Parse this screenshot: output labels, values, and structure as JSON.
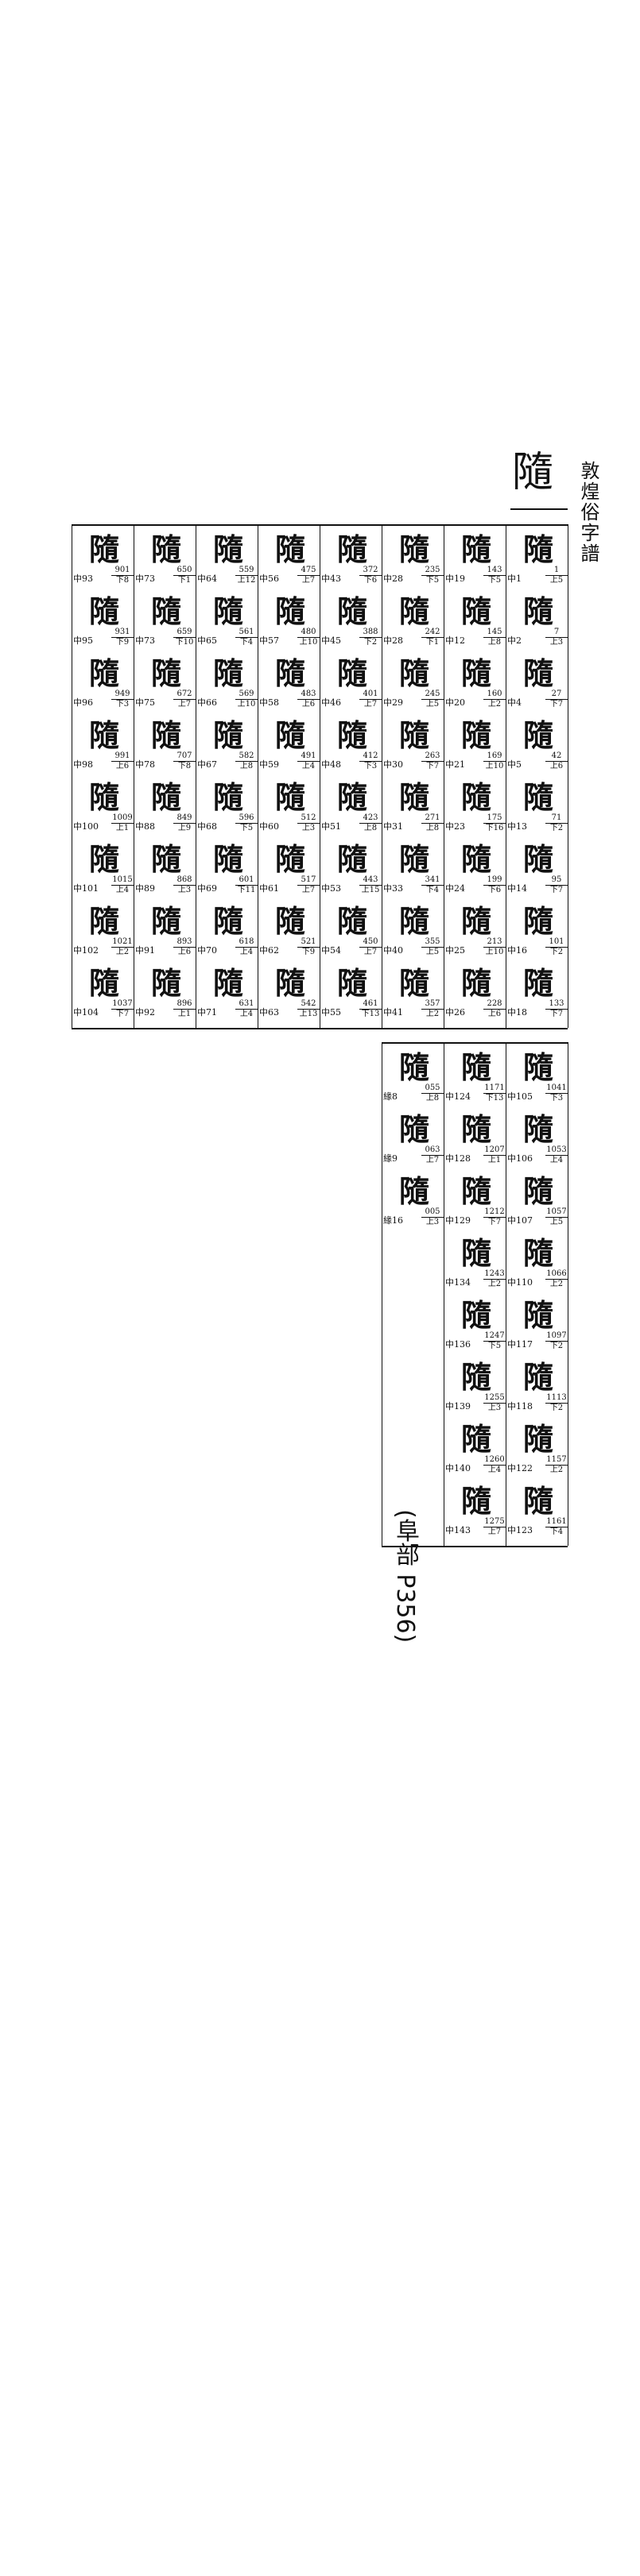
{
  "title": "敦煌俗字譜",
  "head_char": "隨",
  "upper_columns": [
    [
      {
        "code": "中1",
        "num": "1",
        "sub": "上5"
      },
      {
        "code": "中2",
        "num": "7",
        "sub": "上3"
      },
      {
        "code": "中4",
        "num": "27",
        "sub": "下7"
      },
      {
        "code": "中5",
        "num": "42",
        "sub": "上6"
      },
      {
        "code": "中13",
        "num": "71",
        "sub": "下2"
      },
      {
        "code": "中14",
        "num": "95",
        "sub": "下7"
      },
      {
        "code": "中16",
        "num": "101",
        "sub": "下2"
      },
      {
        "code": "中18",
        "num": "133",
        "sub": "下7"
      }
    ],
    [
      {
        "code": "中19",
        "num": "143",
        "sub": "下5"
      },
      {
        "code": "中12",
        "num": "145",
        "sub": "上8"
      },
      {
        "code": "中20",
        "num": "160",
        "sub": "上2"
      },
      {
        "code": "中21",
        "num": "169",
        "sub": "上10"
      },
      {
        "code": "中23",
        "num": "175",
        "sub": "下16"
      },
      {
        "code": "中24",
        "num": "199",
        "sub": "下6"
      },
      {
        "code": "中25",
        "num": "213",
        "sub": "上10"
      },
      {
        "code": "中26",
        "num": "228",
        "sub": "上6"
      }
    ],
    [
      {
        "code": "中28",
        "num": "235",
        "sub": "下5"
      },
      {
        "code": "中28",
        "num": "242",
        "sub": "下1"
      },
      {
        "code": "中29",
        "num": "245",
        "sub": "上5"
      },
      {
        "code": "中30",
        "num": "263",
        "sub": "下7"
      },
      {
        "code": "中31",
        "num": "271",
        "sub": "上8"
      },
      {
        "code": "中33",
        "num": "341",
        "sub": "下4"
      },
      {
        "code": "中40",
        "num": "355",
        "sub": "上5"
      },
      {
        "code": "中41",
        "num": "357",
        "sub": "上2"
      }
    ],
    [
      {
        "code": "中43",
        "num": "372",
        "sub": "下6"
      },
      {
        "code": "中45",
        "num": "388",
        "sub": "下2"
      },
      {
        "code": "中46",
        "num": "401",
        "sub": "上7"
      },
      {
        "code": "中48",
        "num": "412",
        "sub": "下3"
      },
      {
        "code": "中51",
        "num": "423",
        "sub": "上8"
      },
      {
        "code": "中53",
        "num": "443",
        "sub": "上15"
      },
      {
        "code": "中54",
        "num": "450",
        "sub": "上7"
      },
      {
        "code": "中55",
        "num": "461",
        "sub": "下13"
      }
    ],
    [
      {
        "code": "中56",
        "num": "475",
        "sub": "上7"
      },
      {
        "code": "中57",
        "num": "480",
        "sub": "上10"
      },
      {
        "code": "中58",
        "num": "483",
        "sub": "上6"
      },
      {
        "code": "中59",
        "num": "491",
        "sub": "上4"
      },
      {
        "code": "中60",
        "num": "512",
        "sub": "上3"
      },
      {
        "code": "中61",
        "num": "517",
        "sub": "上7"
      },
      {
        "code": "中62",
        "num": "521",
        "sub": "下9"
      },
      {
        "code": "中63",
        "num": "542",
        "sub": "上13"
      }
    ],
    [
      {
        "code": "中64",
        "num": "559",
        "sub": "上12"
      },
      {
        "code": "中65",
        "num": "561",
        "sub": "下4"
      },
      {
        "code": "中66",
        "num": "569",
        "sub": "上10"
      },
      {
        "code": "中67",
        "num": "582",
        "sub": "上8"
      },
      {
        "code": "中68",
        "num": "596",
        "sub": "下5"
      },
      {
        "code": "中69",
        "num": "601",
        "sub": "下11"
      },
      {
        "code": "中70",
        "num": "618",
        "sub": "上4"
      },
      {
        "code": "中71",
        "num": "631",
        "sub": "上4"
      }
    ],
    [
      {
        "code": "中73",
        "num": "650",
        "sub": "下1"
      },
      {
        "code": "中73",
        "num": "659",
        "sub": "下10"
      },
      {
        "code": "中75",
        "num": "672",
        "sub": "上7"
      },
      {
        "code": "中78",
        "num": "707",
        "sub": "下8"
      },
      {
        "code": "中88",
        "num": "849",
        "sub": "上9"
      },
      {
        "code": "中89",
        "num": "868",
        "sub": "上3"
      },
      {
        "code": "中91",
        "num": "893",
        "sub": "上6"
      },
      {
        "code": "中92",
        "num": "896",
        "sub": "上1"
      }
    ],
    [
      {
        "code": "中93",
        "num": "901",
        "sub": "下8"
      },
      {
        "code": "中95",
        "num": "931",
        "sub": "下9"
      },
      {
        "code": "中96",
        "num": "949",
        "sub": "下3"
      },
      {
        "code": "中98",
        "num": "991",
        "sub": "上6"
      },
      {
        "code": "中100",
        "num": "1009",
        "sub": "上1"
      },
      {
        "code": "中101",
        "num": "1015",
        "sub": "上4"
      },
      {
        "code": "中102",
        "num": "1021",
        "sub": "上2"
      },
      {
        "code": "中104",
        "num": "1037",
        "sub": "下7"
      }
    ]
  ],
  "lower_columns": [
    [
      {
        "code": "中105",
        "num": "1041",
        "sub": "下3"
      },
      {
        "code": "中106",
        "num": "1053",
        "sub": "上4"
      },
      {
        "code": "中107",
        "num": "1057",
        "sub": "上5"
      },
      {
        "code": "中110",
        "num": "1066",
        "sub": "上2"
      },
      {
        "code": "中117",
        "num": "1097",
        "sub": "下2"
      },
      {
        "code": "中118",
        "num": "1113",
        "sub": "下2"
      },
      {
        "code": "中122",
        "num": "1157",
        "sub": "上2"
      },
      {
        "code": "中123",
        "num": "1161",
        "sub": "下4"
      }
    ],
    [
      {
        "code": "中124",
        "num": "1171",
        "sub": "下13"
      },
      {
        "code": "中128",
        "num": "1207",
        "sub": "上1"
      },
      {
        "code": "中129",
        "num": "1212",
        "sub": "下7"
      },
      {
        "code": "中134",
        "num": "1243",
        "sub": "上2"
      },
      {
        "code": "中136",
        "num": "1247",
        "sub": "下5"
      },
      {
        "code": "中139",
        "num": "1255",
        "sub": "上3"
      },
      {
        "code": "中140",
        "num": "1260",
        "sub": "上4"
      },
      {
        "code": "中143",
        "num": "1275",
        "sub": "上7"
      }
    ],
    [
      {
        "code": "緣8",
        "num": "055",
        "sub": "上8"
      },
      {
        "code": "緣9",
        "num": "063",
        "sub": "上7"
      },
      {
        "code": "緣16",
        "num": "005",
        "sub": "上3"
      }
    ]
  ],
  "margin_note": "(阜部 P356)"
}
